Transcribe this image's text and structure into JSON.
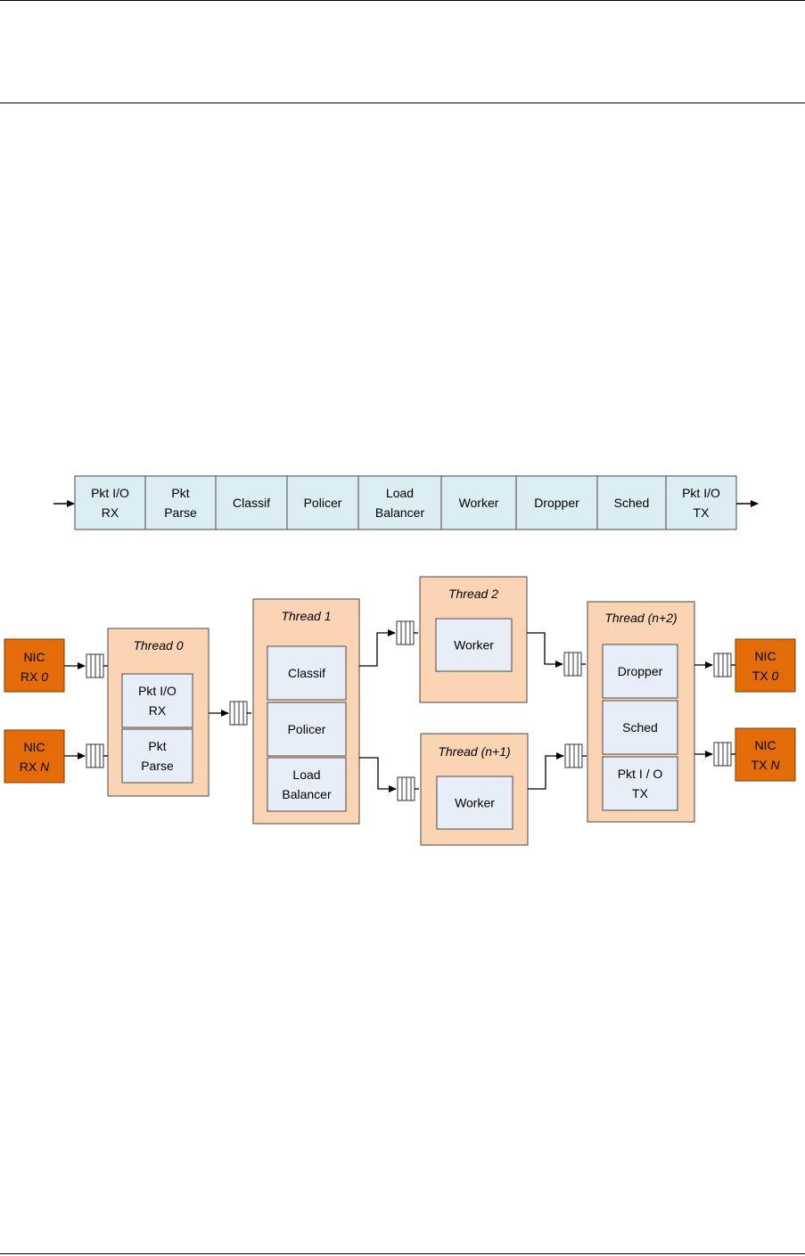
{
  "pipeline": {
    "stages": [
      [
        "Pkt I/O",
        "RX"
      ],
      [
        "Pkt",
        "Parse"
      ],
      [
        "Classif"
      ],
      [
        "Policer"
      ],
      [
        "Load",
        "Balancer"
      ],
      [
        "Worker"
      ],
      [
        "Dropper"
      ],
      [
        "Sched"
      ],
      [
        "Pkt I/O",
        "TX"
      ]
    ]
  },
  "nics": {
    "rx0": {
      "line1": "NIC",
      "prefix": "RX",
      "index": "0"
    },
    "rxN": {
      "line1": "NIC",
      "prefix": "RX",
      "index": "N"
    },
    "tx0": {
      "line1": "NIC",
      "prefix": "TX",
      "index": "0"
    },
    "txN": {
      "line1": "NIC",
      "prefix": "TX",
      "index": "N"
    }
  },
  "threads": {
    "t0": {
      "title": "Thread 0",
      "modules": [
        [
          "Pkt I/O",
          "RX"
        ],
        [
          "Pkt",
          "Parse"
        ]
      ]
    },
    "t1": {
      "title": "Thread 1",
      "modules": [
        [
          "Classif"
        ],
        [
          "Policer"
        ],
        [
          "Load",
          "Balancer"
        ]
      ]
    },
    "t2": {
      "title": "Thread 2",
      "modules": [
        [
          "Worker"
        ]
      ]
    },
    "tn1": {
      "title": "Thread (n+1)",
      "modules": [
        [
          "Worker"
        ]
      ]
    },
    "tn2": {
      "title": "Thread (n+2)",
      "modules": [
        [
          "Dropper"
        ],
        [
          "Sched"
        ],
        [
          "Pkt I / O",
          "TX"
        ]
      ]
    }
  },
  "colors": {
    "stage_fill": "#daeef3",
    "thread_fill": "#fbd4b4",
    "module_fill": "#e8eef8",
    "nic_fill": "#e36c09",
    "stroke": "#4a4a4a"
  }
}
